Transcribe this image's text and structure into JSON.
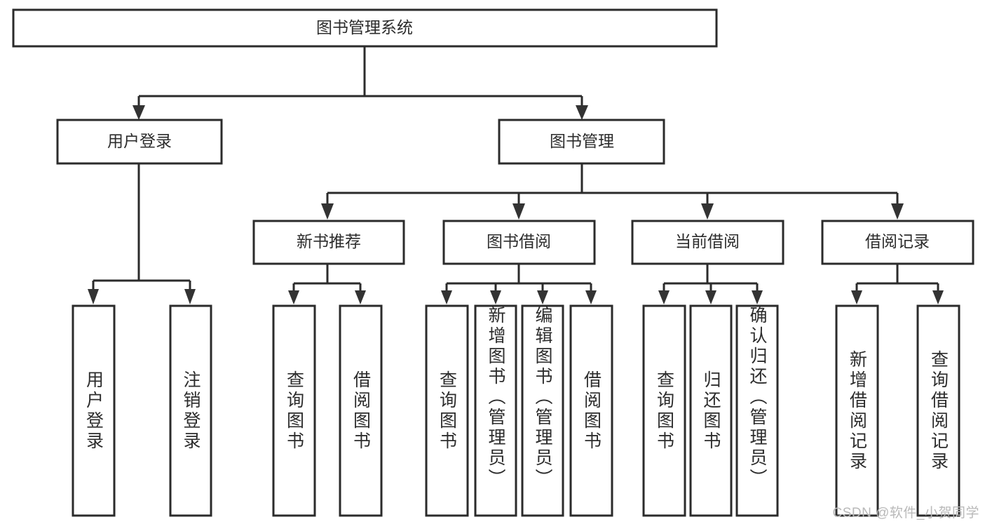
{
  "diagram": {
    "type": "tree-hierarchy-chart",
    "title": "图书管理系统",
    "watermark": "CSDN @软件_小贺同学",
    "colors": {
      "box_stroke": "#2b2b2b",
      "box_fill": "#ffffff",
      "connector": "#2b2b2b",
      "text": "#2c2c2c",
      "watermark": "#b9b9b9",
      "background": "#ffffff"
    },
    "root": {
      "label": "图书管理系统"
    },
    "level2": [
      {
        "label": "用户登录"
      },
      {
        "label": "图书管理"
      }
    ],
    "level3": [
      {
        "label": "新书推荐"
      },
      {
        "label": "图书借阅"
      },
      {
        "label": "当前借阅"
      },
      {
        "label": "借阅记录"
      }
    ],
    "leaves": {
      "user_login": [
        {
          "label": "用户登录"
        },
        {
          "label": "注销登录"
        }
      ],
      "new_book_recommend": [
        {
          "label": "查询图书"
        },
        {
          "label": "借阅图书"
        }
      ],
      "book_borrow": [
        {
          "label": "查询图书"
        },
        {
          "label": "新增图书（管理员）"
        },
        {
          "label": "编辑图书（管理员）"
        },
        {
          "label": "借阅图书"
        }
      ],
      "current_borrow": [
        {
          "label": "查询图书"
        },
        {
          "label": "归还图书"
        },
        {
          "label": "确认归还（管理员）"
        }
      ],
      "borrow_records": [
        {
          "label": "新增借阅记录"
        },
        {
          "label": "查询借阅记录"
        }
      ]
    }
  }
}
